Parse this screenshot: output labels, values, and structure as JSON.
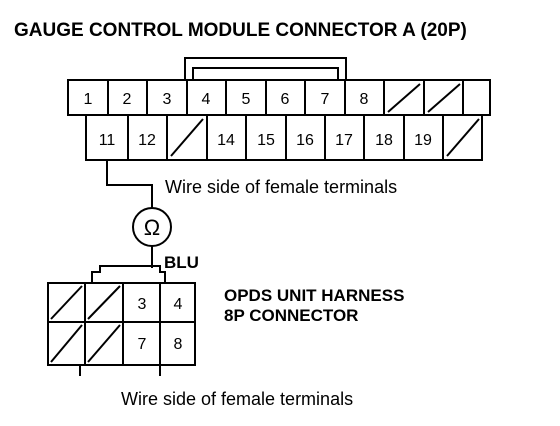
{
  "title": "GAUGE CONTROL MODULE CONNECTOR A (20P)",
  "connector_a": {
    "top_row": [
      "1",
      "2",
      "3",
      "4",
      "5",
      "6",
      "7",
      "8",
      "",
      ""
    ],
    "bottom_row": [
      "11",
      "12",
      "",
      "14",
      "15",
      "16",
      "17",
      "18",
      "19",
      ""
    ],
    "note": "Wire side of female terminals"
  },
  "meter": {
    "symbol": "Ω",
    "wire_color": "BLU"
  },
  "connector_b": {
    "label_line1": "OPDS UNIT HARNESS",
    "label_line2": "8P CONNECTOR",
    "top_row": [
      "",
      "",
      "3",
      "4"
    ],
    "bottom_row": [
      "",
      "",
      "7",
      "8"
    ],
    "note": "Wire side of female terminals"
  },
  "colors": {
    "line": "#000000",
    "background": "#ffffff"
  }
}
